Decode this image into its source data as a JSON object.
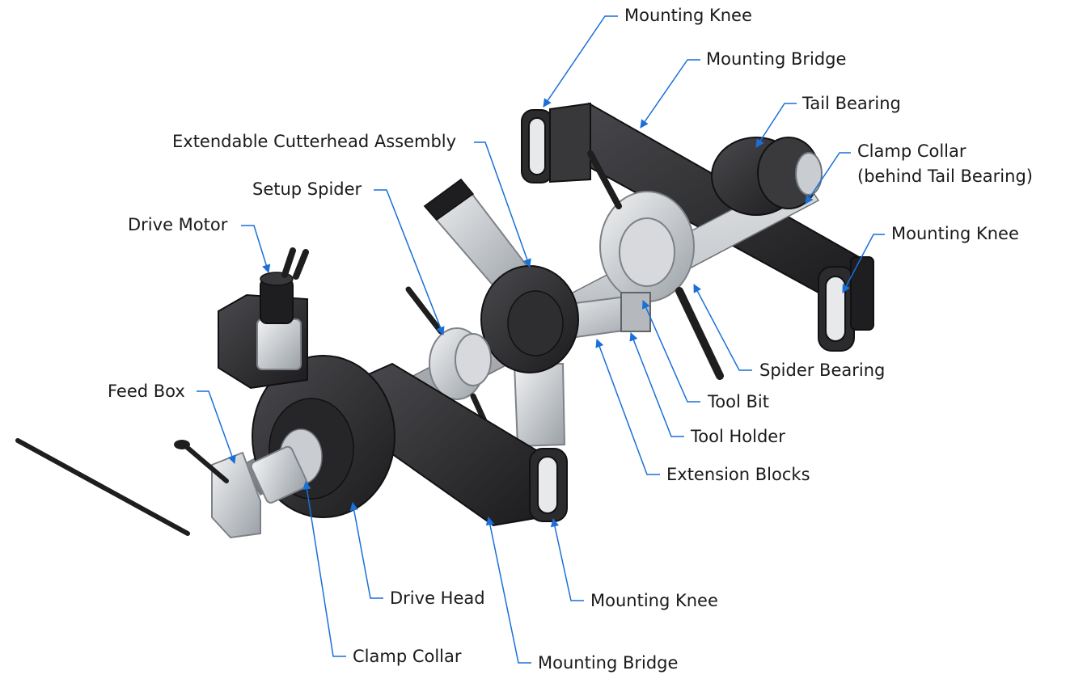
{
  "colors": {
    "leader": "#1a6fd8",
    "dark_part": "#2b2b2d",
    "dark_part_edge": "#111113",
    "silver_part": "#cfd2d6",
    "silver_edge": "#7d8288",
    "background": "#ffffff"
  },
  "labels": {
    "mounting_knee_top": "Mounting Knee",
    "mounting_bridge_top": "Mounting Bridge",
    "tail_bearing": "Tail Bearing",
    "clamp_collar_right_line1": "Clamp Collar",
    "clamp_collar_right_line2": "(behind Tail Bearing)",
    "mounting_knee_right": "Mounting Knee",
    "extendable_cutterhead": "Extendable Cutterhead Assembly",
    "setup_spider": "Setup Spider",
    "drive_motor": "Drive Motor",
    "feed_box": "Feed Box",
    "spider_bearing": "Spider Bearing",
    "tool_bit": "Tool Bit",
    "tool_holder": "Tool Holder",
    "extension_blocks": "Extension Blocks",
    "drive_head": "Drive Head",
    "mounting_knee_bottom": "Mounting Knee",
    "clamp_collar_bottom": "Clamp Collar",
    "mounting_bridge_bottom": "Mounting Bridge"
  }
}
